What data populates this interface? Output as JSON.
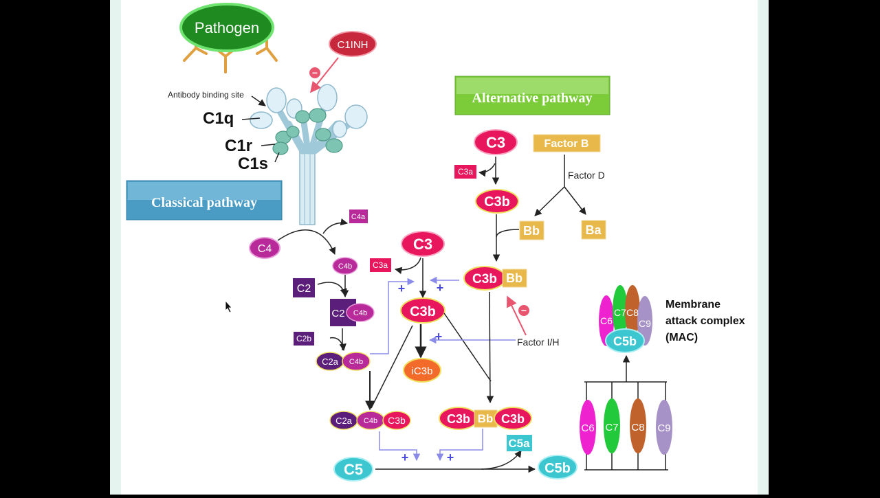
{
  "colors": {
    "slide_bg": "#ffffff",
    "frame": "#e6f4f0",
    "c3_pink": "#e8175d",
    "c4_purple": "#b8299a",
    "c2_dark": "#5b1e7a",
    "c5_cyan": "#3cc6cf",
    "factor_gold": "#e8b84a",
    "ic3b_orange": "#f26b2a",
    "pathogen_green": "#1f8a1f",
    "c1inh_red": "#c8283c",
    "c7_green": "#22c93a",
    "c8_brown": "#c0622b",
    "c9_lavender": "#a792c8",
    "regulator_arrow": "#e8556e",
    "feedback_blue": "#8a8ae8"
  },
  "labels": {
    "pathogen": "Pathogen",
    "c1inh": "C1INH",
    "antibody_site": "Antibody binding site",
    "c1q": "C1q",
    "c1r": "C1r",
    "c1s": "C1s",
    "classical": "Classical pathway",
    "alternative": "Alternative pathway",
    "c4": "C4",
    "c4a": "C4a",
    "c4b": "C4b",
    "c2": "C2",
    "c2b": "C2b",
    "c2a": "C2a",
    "c3": "C3",
    "c3a": "C3a",
    "c3b": "C3b",
    "ic3b": "iC3b",
    "factor_b": "Factor B",
    "factor_d": "Factor D",
    "bb": "Bb",
    "ba": "Ba",
    "factor_ih": "Factor I/H",
    "c5": "C5",
    "c5a": "C5a",
    "c5b": "C5b",
    "c6": "C6",
    "c7": "C7",
    "c8": "C8",
    "c9": "C9",
    "mac_line1": "Membrane",
    "mac_line2": "attack complex",
    "mac_line3": "(MAC)",
    "plus": "+",
    "minus": "−"
  }
}
